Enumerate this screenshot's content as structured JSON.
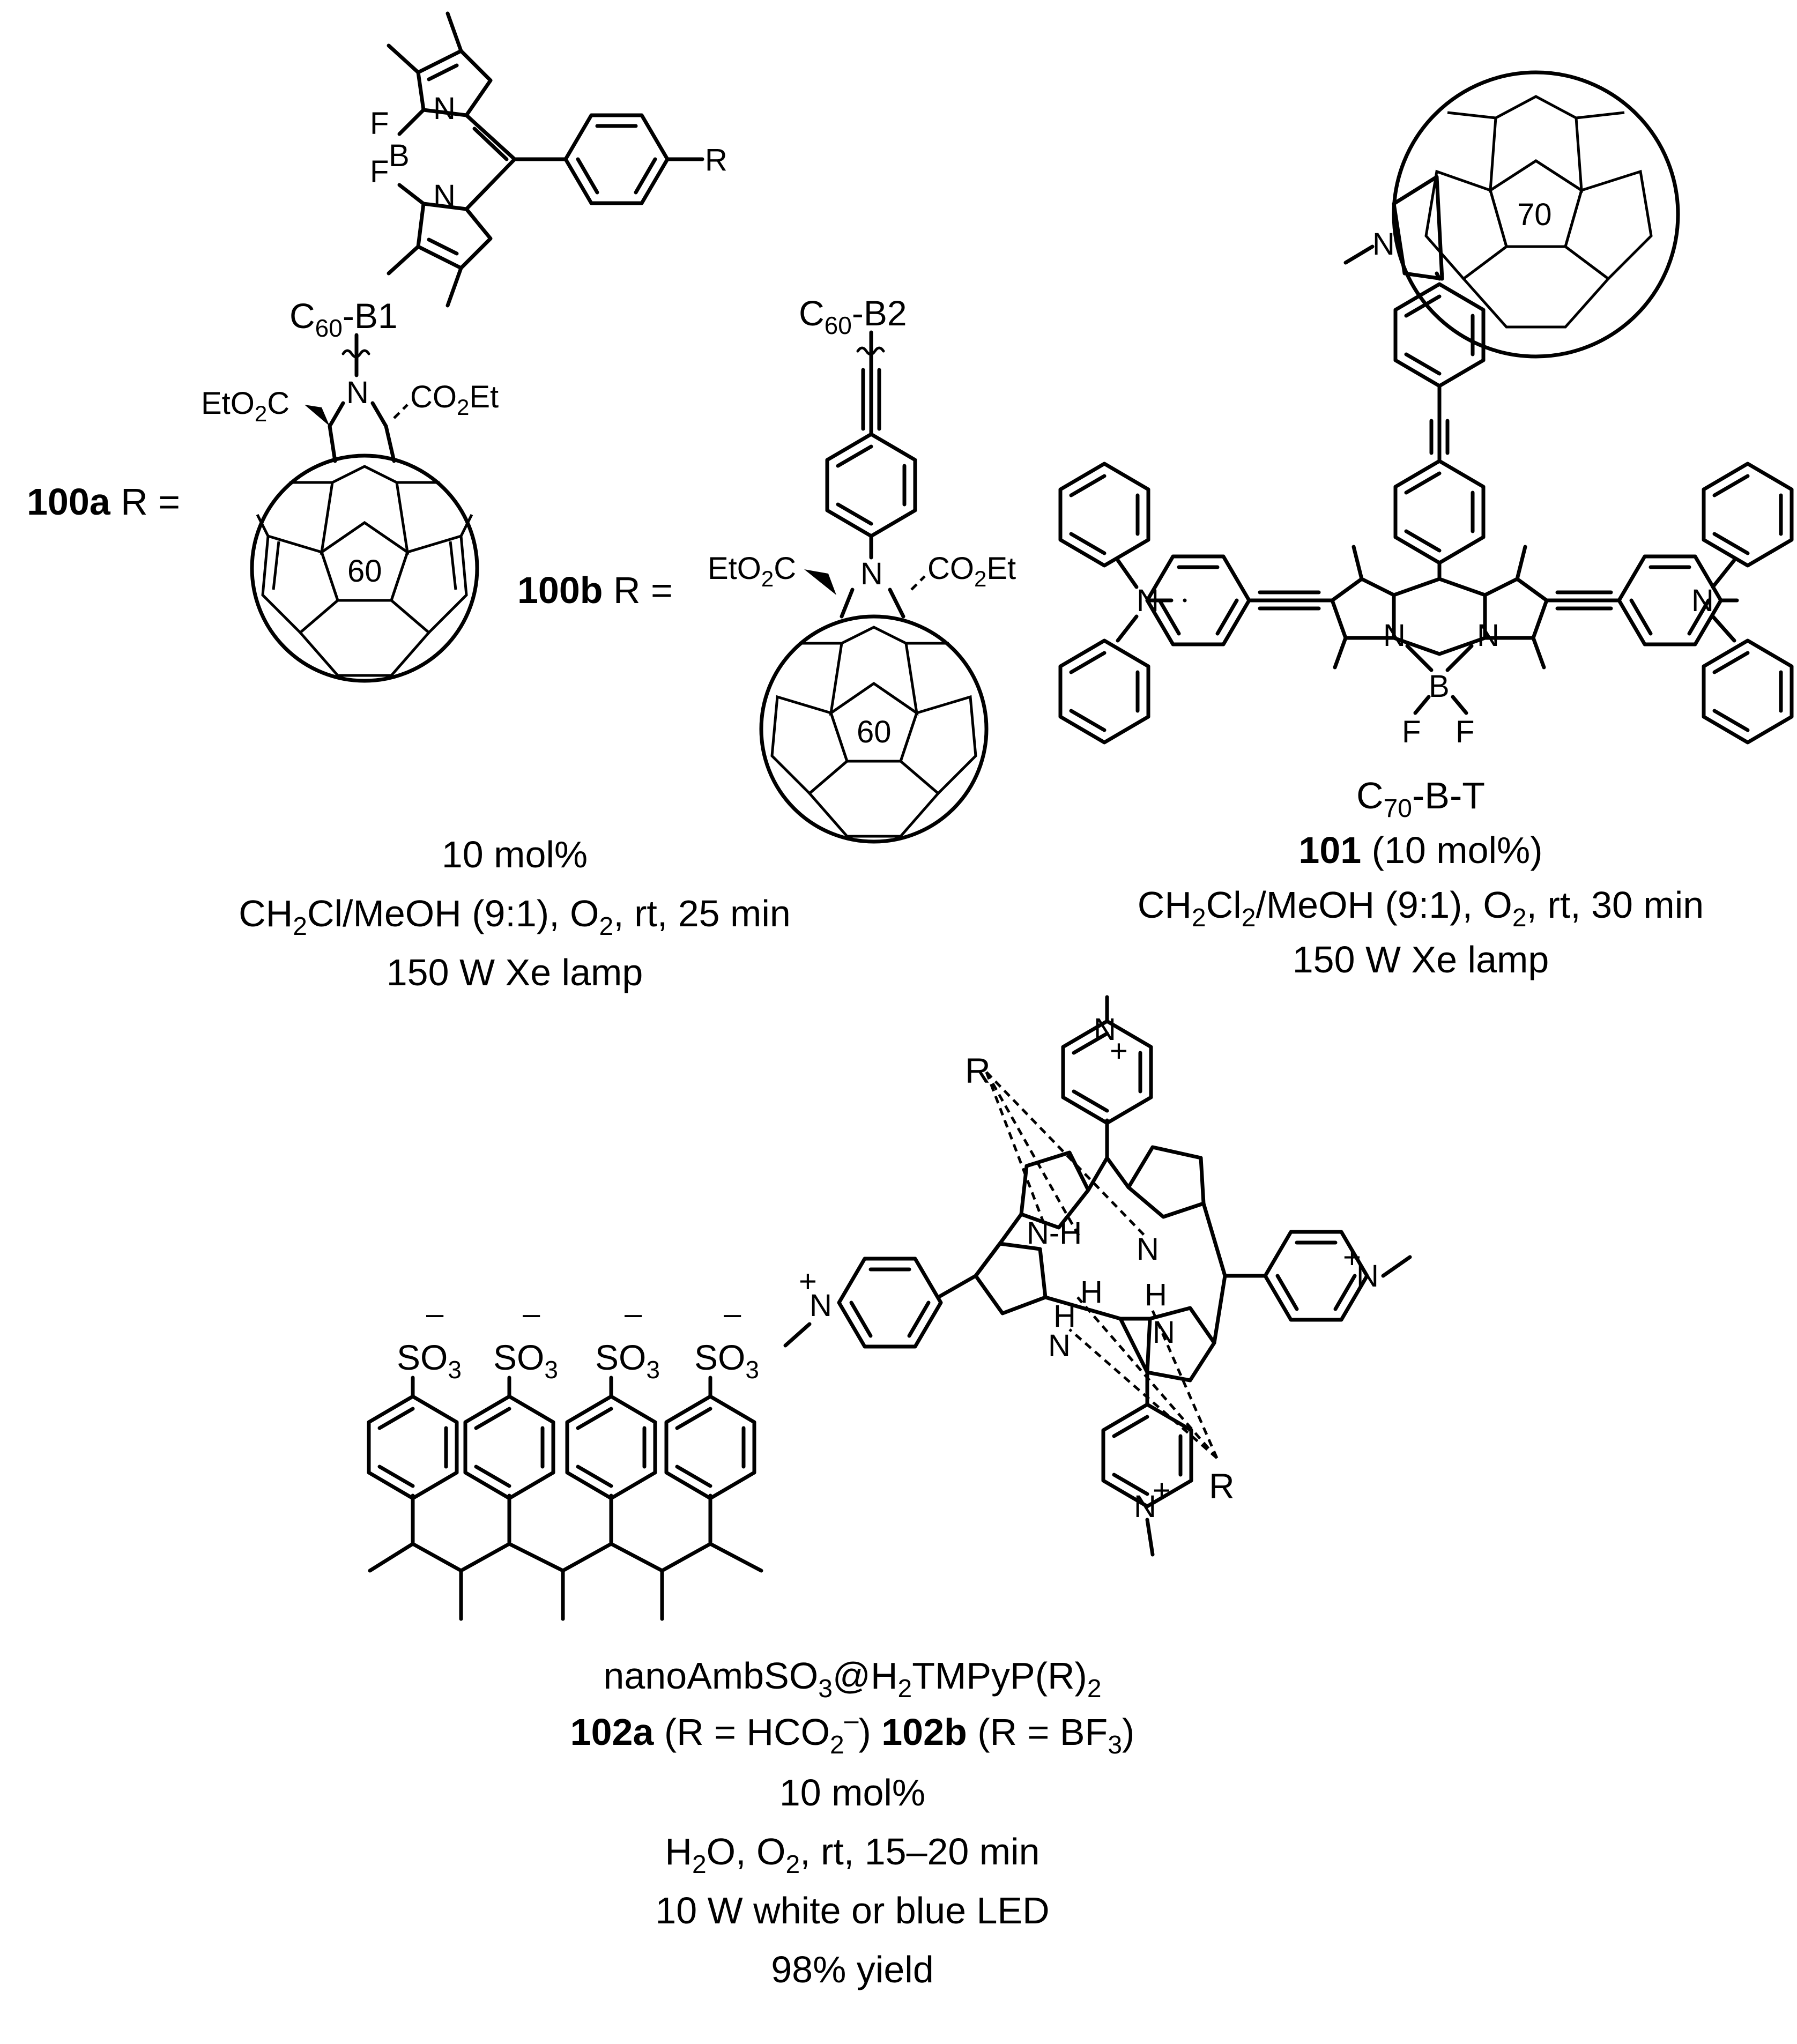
{
  "bodipy_atoms": {
    "n1": "N",
    "n2": "N",
    "b": "B",
    "f1": "F",
    "f2": "F",
    "r": "R"
  },
  "c60_b1": {
    "name": "C",
    "name_sub": "60",
    "name_suffix": "-B1",
    "n": "N",
    "ester_left": "EtO",
    "ester_left_sub": "2",
    "ester_left_end": "C",
    "ester_right": "CO",
    "ester_right_sub": "2",
    "ester_right_end": "Et",
    "cage": "60"
  },
  "c60_b2": {
    "name": "C",
    "name_sub": "60",
    "name_suffix": "-B2",
    "n": "N",
    "ester_left": "EtO",
    "ester_left_sub": "2",
    "ester_left_end": "C",
    "ester_right": "CO",
    "ester_right_sub": "2",
    "ester_right_end": "Et",
    "cage": "60"
  },
  "label_100a": {
    "num": "100a",
    "rest": " R ="
  },
  "label_100b": {
    "num": "100b",
    "rest": " R ="
  },
  "conditions_100": {
    "line1": "10 mol%",
    "line2_a": "CH",
    "line2_sub": "2",
    "line2_b": "Cl/MeOH (9:1), O",
    "line2_sub2": "2",
    "line2_c": ", rt, 25 min",
    "line3": "150 W Xe lamp"
  },
  "compound_101": {
    "cage": "70",
    "n_pyrrolidine": "N",
    "n_left": "N",
    "n_right": "N",
    "n_core1": "N",
    "n_core2": "N",
    "b": "B",
    "f1": "F",
    "f2": "F",
    "name": "C",
    "name_sub": "70",
    "name_suffix": "-B-T",
    "num": "101",
    "loading": " (10 mol%)",
    "line2_a": "CH",
    "line2_sub": "2",
    "line2_b": "Cl",
    "line2_sub2": "2",
    "line2_c": "/MeOH (9:1), O",
    "line2_sub3": "2",
    "line2_d": ", rt, 30 min",
    "line3": "150 W Xe lamp"
  },
  "compound_102": {
    "so3": "SO",
    "so3_sub": "3",
    "minus": "–",
    "r_top": "R",
    "r_bottom": "R",
    "pyr_n": "N",
    "plus": "+",
    "nh": "N",
    "h": "H",
    "name_a": "nanoAmbSO",
    "name_sub1": "3",
    "name_b": "@H",
    "name_sub2": "2",
    "name_c": "TMPyP(R)",
    "name_sub3": "2",
    "num_a": "102a",
    "desc_a1": " (R = HCO",
    "desc_a_sub": "2",
    "desc_a_sup": "–",
    "desc_a2": ")",
    "num_b": " 102b",
    "desc_b1": " (R = BF",
    "desc_b_sub": "3",
    "desc_b2": ")",
    "line3": "10 mol%",
    "line4_a": "H",
    "line4_sub": "2",
    "line4_b": "O, O",
    "line4_sub2": "2",
    "line4_c": ", rt, 15–20 min",
    "line5": "10 W white or blue LED",
    "line6": "98% yield"
  }
}
